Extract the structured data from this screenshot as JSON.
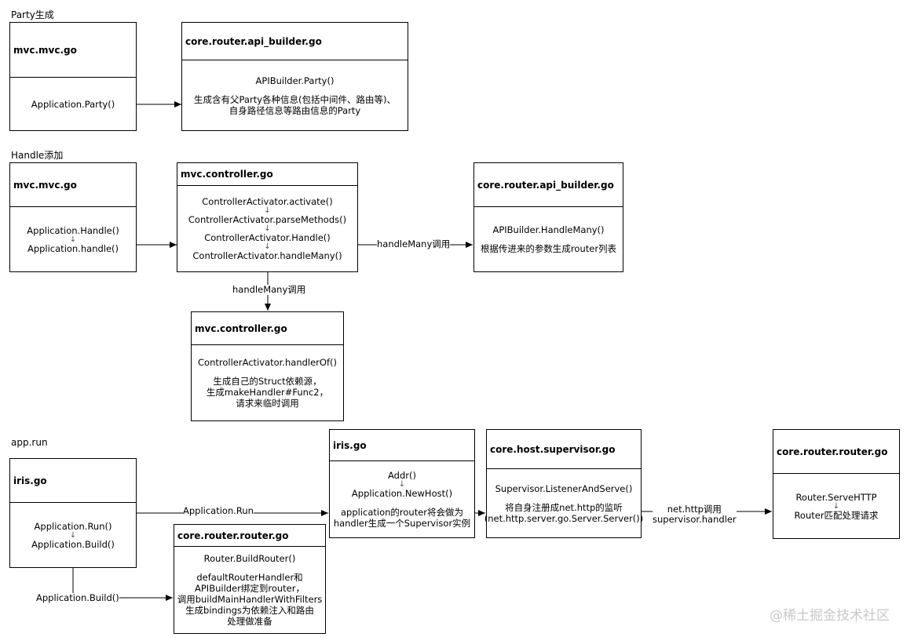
{
  "sections": {
    "party": "Party生成",
    "handle": "Handle添加",
    "run": "app.run"
  },
  "boxes": {
    "mvc1": {
      "title": "mvc.mvc.go",
      "lines": [
        "Application.Party()"
      ]
    },
    "api1": {
      "title": "core.router.api_builder.go",
      "lines": [
        "APIBuilder.Party()",
        "",
        "生成含有父Party各种信息(包括中间件、路由等)、",
        "自身路径信息等路由信息的Party"
      ]
    },
    "mvc2": {
      "title": "mvc.mvc.go",
      "lines": [
        "Application.Handle()",
        "↓",
        "Application.handle()"
      ]
    },
    "ctrl1": {
      "title": "mvc.controller.go",
      "lines": [
        "ControllerActivator.activate()",
        "↓",
        "ControllerActivator.parseMethods()",
        "↓",
        "ControllerActivator.Handle()",
        "↓",
        "ControllerActivator.handleMany()"
      ]
    },
    "api2": {
      "title": "core.router.api_builder.go",
      "lines": [
        "APIBuilder.HandleMany()",
        "",
        "根据传进来的参数生成router列表"
      ]
    },
    "ctrl2": {
      "title": "mvc.controller.go",
      "lines": [
        "ControllerActivator.handlerOf()",
        "",
        "生成自己的Struct依赖源，",
        "生成makeHandler#Func2，",
        "请求来临时调用"
      ]
    },
    "iris1": {
      "title": "iris.go",
      "lines": [
        "Application.Run()",
        "↓",
        "Application.Build()"
      ]
    },
    "router1": {
      "title": "core.router.router.go",
      "lines": [
        "Router.BuildRouter()",
        "",
        "defaultRouterHandler和",
        "APIBuilder绑定到router，",
        "调用buildMainHandlerWithFilters",
        "生成bindings为依赖注入和路由",
        "处理做准备"
      ]
    },
    "iris2": {
      "title": "iris.go",
      "lines": [
        "Addr()",
        "↓",
        "Application.NewHost()",
        "",
        "application的router将会做为",
        "handler生成一个Supervisor实例"
      ]
    },
    "host": {
      "title": "core.host.supervisor.go",
      "lines": [
        "Supervisor.ListenerAndServe()",
        "",
        "将自身注册成net.http的监听",
        "(net.http.server.go.Server.Server())"
      ]
    },
    "router2": {
      "title": "core.router.router.go",
      "lines": [
        "Router.ServeHTTP",
        "↓",
        "Router匹配处理请求"
      ]
    }
  },
  "edges": {
    "e3": "handleMany调用",
    "e4": "handleMany调用",
    "e5": "Application.Run",
    "e6": "Application.Build()",
    "e8": "net.http调用\nsupervisor.handler"
  },
  "watermark": "@稀土掘金技术社区"
}
